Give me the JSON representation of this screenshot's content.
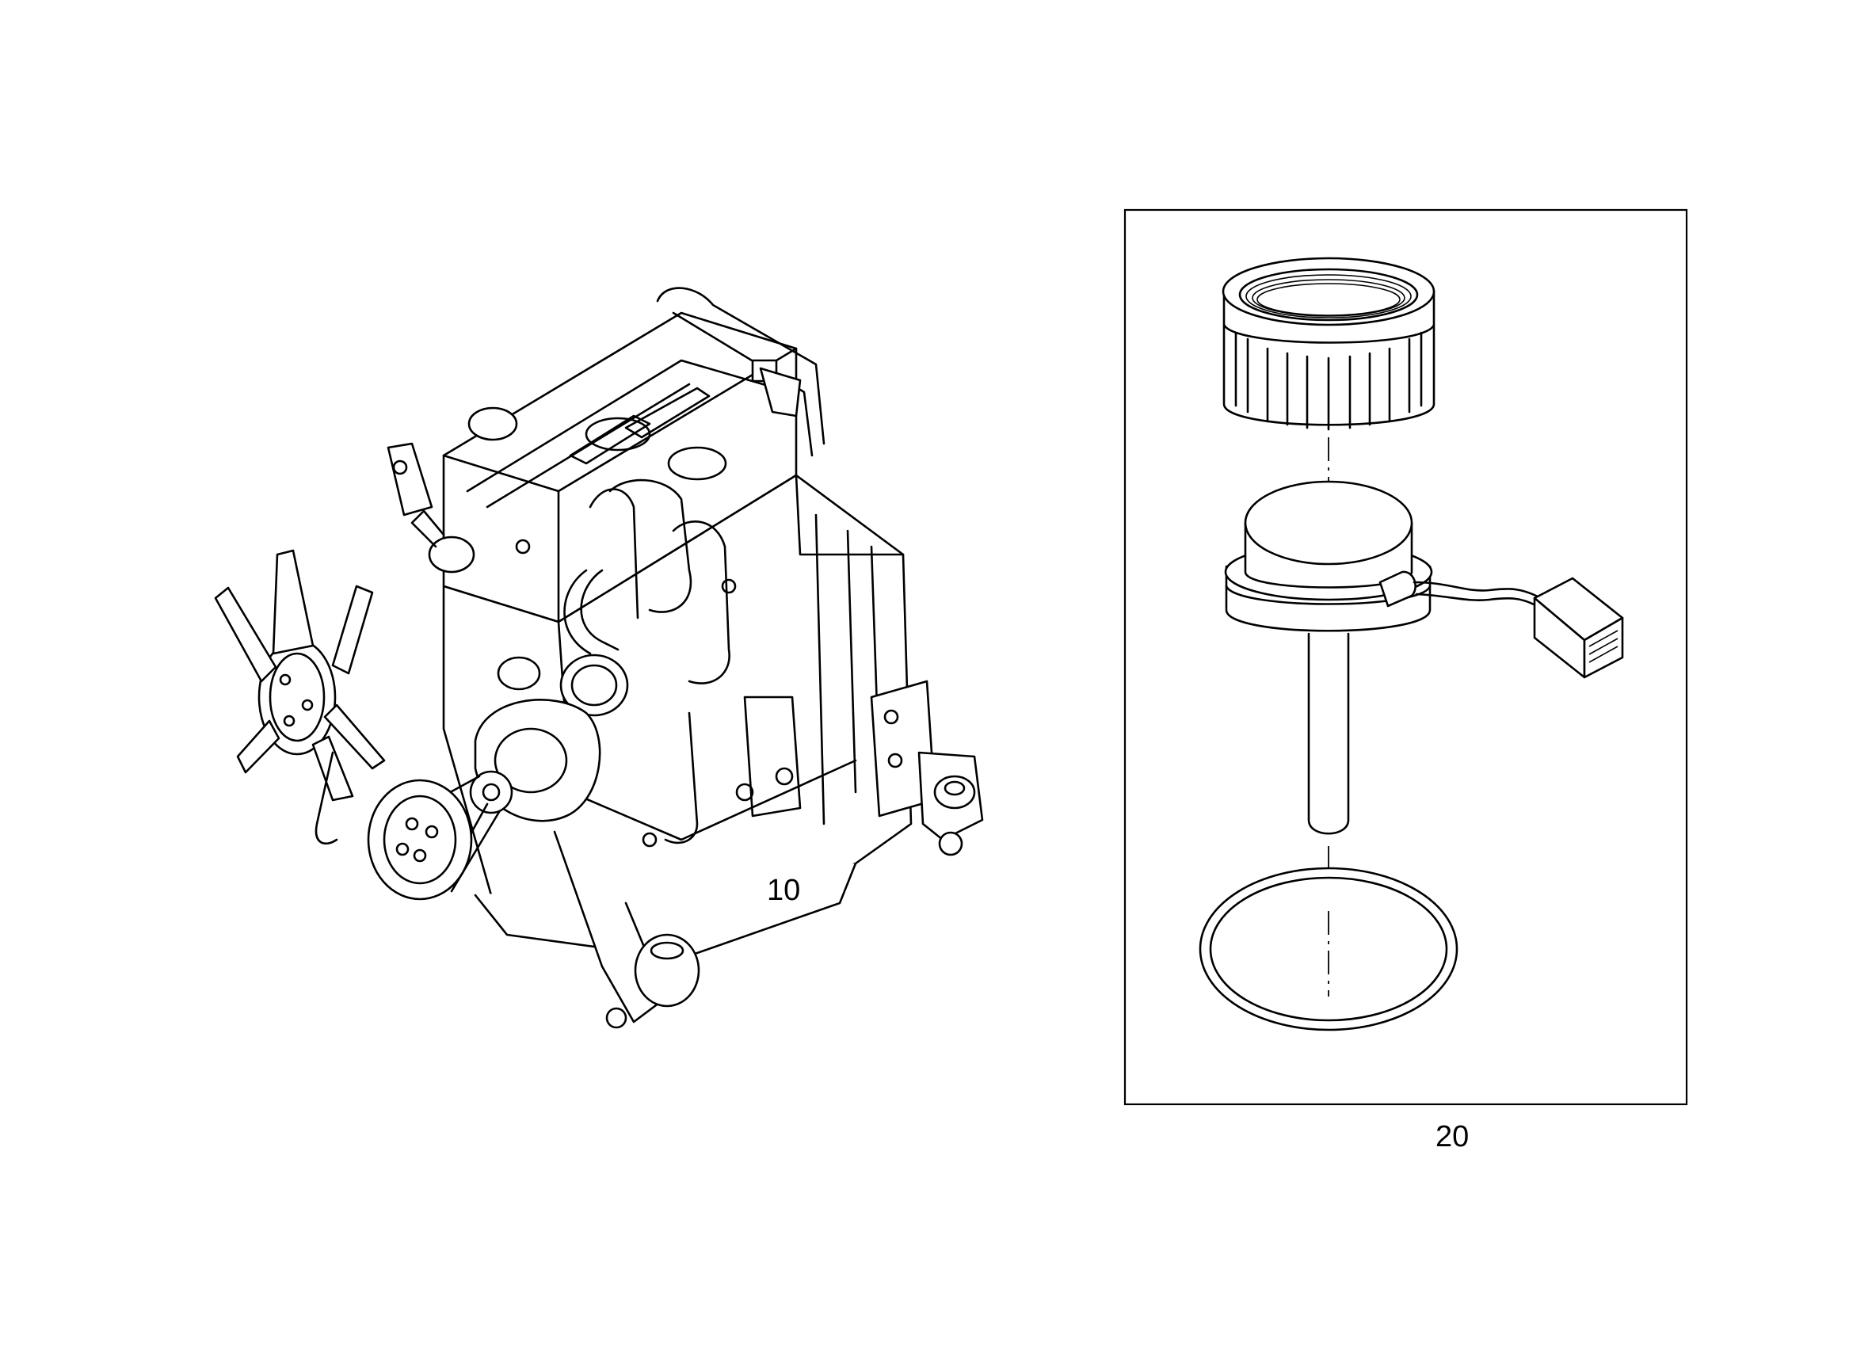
{
  "diagram": {
    "callouts": [
      {
        "id": "engine",
        "label": "10"
      },
      {
        "id": "level-sensor-kit",
        "label": "20"
      }
    ]
  },
  "colors": {
    "line": "#000000",
    "background": "#ffffff"
  }
}
